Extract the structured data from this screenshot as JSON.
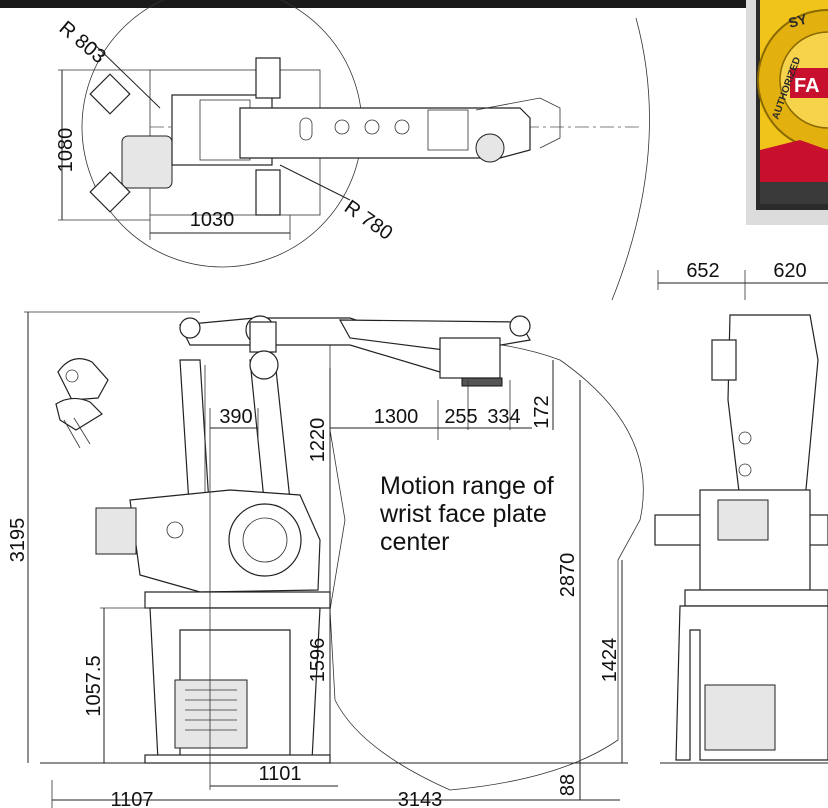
{
  "dimensions": {
    "r803": "R 803",
    "d1080": "1080",
    "r780": "R 780",
    "d1030": "1030",
    "d652": "652",
    "d620": "620",
    "d390": "390",
    "d1300": "1300",
    "d255": "255",
    "d334": "334",
    "d172": "172",
    "d1220": "1220",
    "d3195": "3195",
    "d2870": "2870",
    "d1596": "1596",
    "d1424": "1424",
    "d1057": "1057.5",
    "d1101": "1101",
    "d88": "88",
    "d1107": "1107",
    "d3143": "3143"
  },
  "caption": {
    "line1": "Motion range of",
    "line2": "wrist face plate",
    "line3": "center"
  },
  "badge": {
    "text_top": "SY",
    "text_side": "AUTHORIZED",
    "brand": "FA"
  },
  "colors": {
    "badge_gold": "#f0c419",
    "badge_red": "#c8102e",
    "badge_dark": "#2b2b2b",
    "top_bar": "#1a1a1a"
  }
}
